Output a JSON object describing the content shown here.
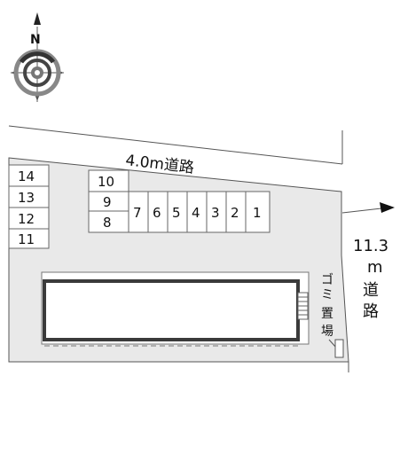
{
  "compass": {
    "north_label": "N"
  },
  "roads": {
    "top_road": "4.0m道路",
    "right_road_width": "11.3",
    "right_road_unit": "m",
    "right_road_chars": [
      "道",
      "路"
    ]
  },
  "parking_left": [
    "14",
    "13",
    "12",
    "11"
  ],
  "parking_mid_column": [
    "10",
    "9",
    "8"
  ],
  "parking_row": [
    "7",
    "6",
    "5",
    "4",
    "3",
    "2",
    "1"
  ],
  "garbage_area_chars": [
    "ゴ",
    "ミ",
    "置",
    "場"
  ],
  "colors": {
    "lot_fill": "#e9e9e9",
    "building_outline": "#3a3a3a",
    "line": "#555555"
  }
}
